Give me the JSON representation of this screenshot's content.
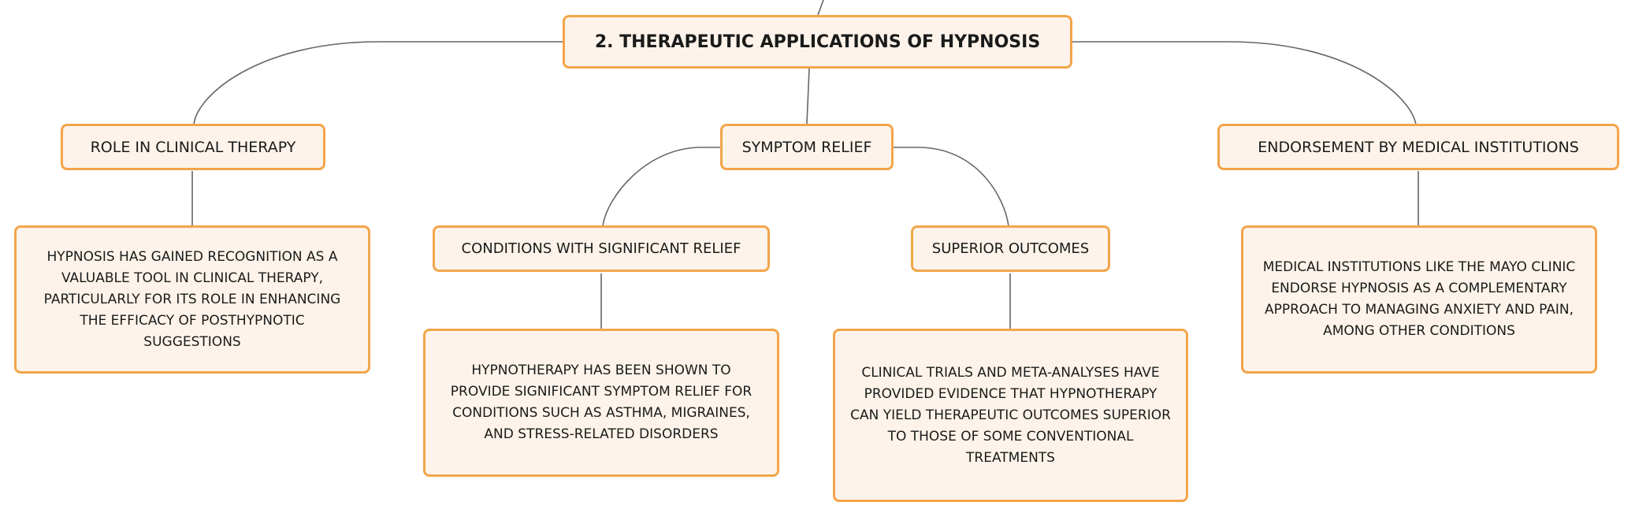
{
  "root": {
    "title": "2. THERAPEUTIC APPLICATIONS OF HYPNOSIS"
  },
  "branches": {
    "clinical": {
      "label": "ROLE IN CLINICAL THERAPY",
      "detail": "HYPNOSIS HAS GAINED RECOGNITION AS A VALUABLE TOOL IN CLINICAL THERAPY, PARTICULARLY FOR ITS ROLE IN ENHANCING THE EFFICACY OF POSTHYPNOTIC SUGGESTIONS"
    },
    "symptom": {
      "label": "SYMPTOM RELIEF",
      "conditions": {
        "label": "CONDITIONS WITH SIGNIFICANT RELIEF",
        "detail": "HYPNOTHERAPY HAS BEEN SHOWN TO PROVIDE SIGNIFICANT SYMPTOM RELIEF FOR CONDITIONS SUCH AS ASTHMA, MIGRAINES, AND STRESS-RELATED DISORDERS"
      },
      "outcomes": {
        "label": "SUPERIOR OUTCOMES",
        "detail": "CLINICAL TRIALS AND META-ANALYSES HAVE PROVIDED EVIDENCE THAT HYPNOTHERAPY CAN YIELD THERAPEUTIC OUTCOMES SUPERIOR TO THOSE OF SOME CONVENTIONAL TREATMENTS"
      }
    },
    "endorsement": {
      "label": "ENDORSEMENT BY MEDICAL INSTITUTIONS",
      "detail": "MEDICAL INSTITUTIONS LIKE THE MAYO CLINIC ENDORSE HYPNOSIS AS A COMPLEMENTARY APPROACH TO MANAGING ANXIETY AND PAIN, AMONG OTHER CONDITIONS"
    }
  },
  "colors": {
    "node_border": "#f2a54a",
    "node_fill": "#fdf3ea",
    "connector": "#666666"
  }
}
